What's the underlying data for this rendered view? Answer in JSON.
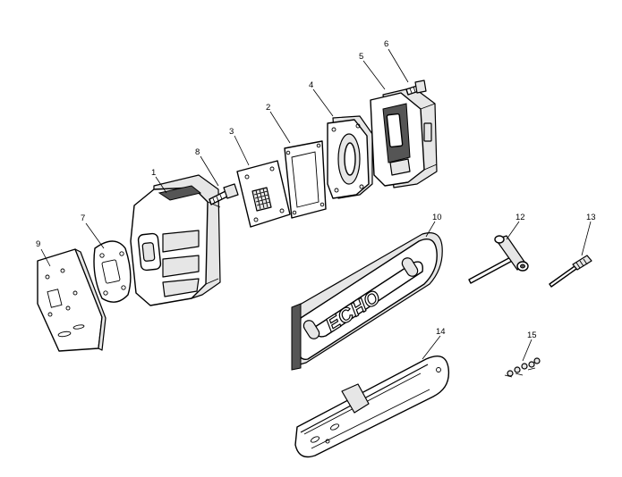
{
  "diagram": {
    "callouts": {
      "c1": "1",
      "c2": "2",
      "c3": "3",
      "c4": "4",
      "c5": "5",
      "c6": "6",
      "c7": "7",
      "c8": "8",
      "c9": "9",
      "c10": "10",
      "c11": "12",
      "c12": "13",
      "c13": "14",
      "c14": "15"
    },
    "logo_text": "ECHO"
  }
}
